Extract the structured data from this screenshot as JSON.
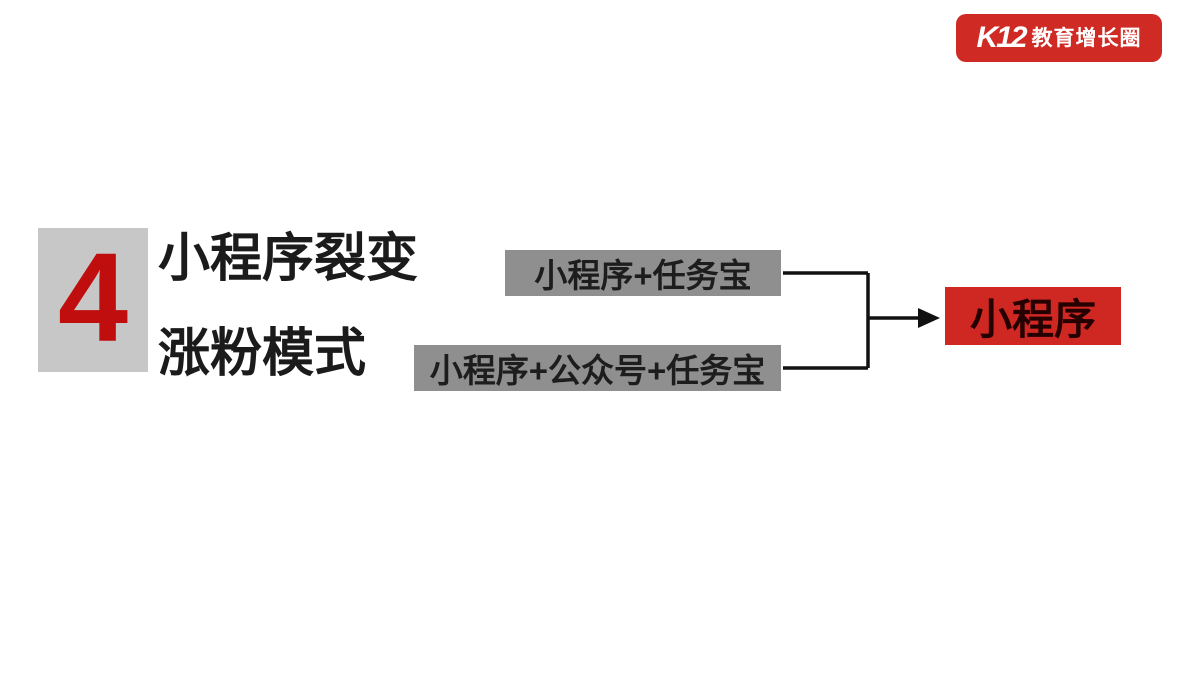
{
  "logo": {
    "brand": "K12",
    "label": "教育增长圈",
    "bg_color": "#cf2b24",
    "text_color": "#ffffff"
  },
  "section": {
    "number": "4",
    "title_line1": "小程序裂变",
    "title_line2": "涨粉模式"
  },
  "diagram": {
    "nodes": [
      "小程序+任务宝",
      "小程序+公众号+任务宝"
    ],
    "result": "小程序",
    "node_bg_color": "#8f8f8f",
    "node_text_color": "#1d1d1d",
    "result_bg_color": "#cf2722",
    "number_box_color": "#c7c7c7",
    "accent_red": "#c00d0d",
    "connector_color": "#111111"
  }
}
